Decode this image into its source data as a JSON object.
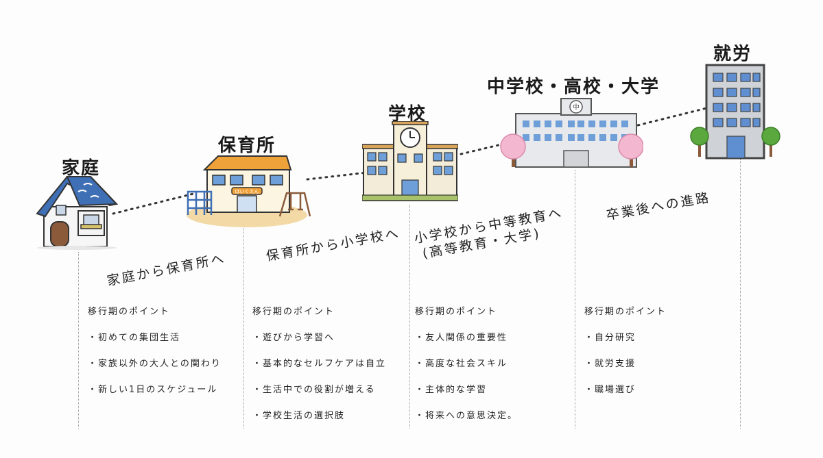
{
  "stages": [
    {
      "id": "home",
      "title": "家庭"
    },
    {
      "id": "nursery",
      "title": "保育所"
    },
    {
      "id": "school",
      "title": "学校"
    },
    {
      "id": "higher",
      "title": "中学校・高校・大学"
    },
    {
      "id": "work",
      "title": "就労"
    }
  ],
  "building_labels": {
    "nursery_sign": "ほいくえん",
    "higher_emblem": "中"
  },
  "transitions": [
    {
      "label": "家庭から保育所へ"
    },
    {
      "label": "保育所から小学校へ"
    },
    {
      "label_line1": "小学校から中等教育へ",
      "label_line2": "(高等教育・大学)"
    },
    {
      "label": "卒業後への進路"
    }
  ],
  "points_heading": "移行期のポイント",
  "points": [
    [
      "初めての集団生活",
      "家族以外の大人との関わり",
      "新しい1日のスケジュール"
    ],
    [
      "遊びから学習へ",
      "基本的なセルフケアは自立",
      "生活中での役割が増える",
      "学校生活の選択肢"
    ],
    [
      "友人関係の重要性",
      "高度な社会スキル",
      "主体的な学習",
      "将来への意思決定。"
    ],
    [
      "自分研究",
      "就労支援",
      "職場選び"
    ]
  ],
  "colors": {
    "roof_blue": "#3f6fb5",
    "nursery_roof": "#f0a23a",
    "school_wall": "#f3ecd8",
    "window_blue": "#6f9fd8",
    "cherry_pink": "#f3b7cf",
    "tree_green": "#5aa83e",
    "office_gray": "#8d8f93"
  }
}
